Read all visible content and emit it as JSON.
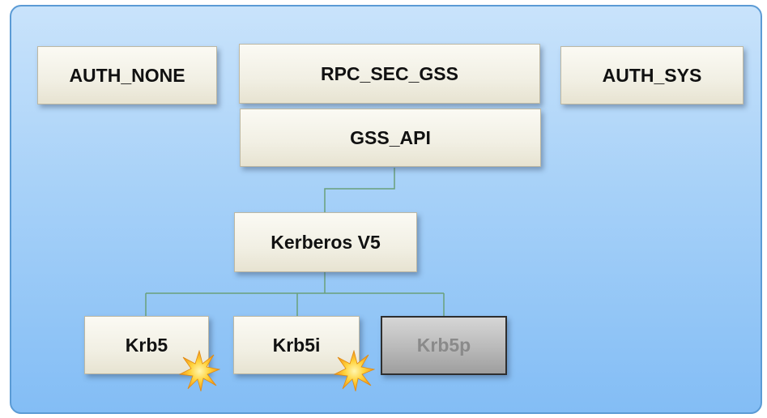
{
  "diagram": {
    "nodes": {
      "auth_none": "AUTH_NONE",
      "rpc_sec_gss": "RPC_SEC_GSS",
      "auth_sys": "AUTH_SYS",
      "gss_api": "GSS_API",
      "kerberos_v5": "Kerberos V5",
      "krb5": "Krb5",
      "krb5i": "Krb5i",
      "krb5p": "Krb5p"
    },
    "edges": [
      [
        "GSS_API",
        "Kerberos V5"
      ],
      [
        "Kerberos V5",
        "Krb5"
      ],
      [
        "Kerberos V5",
        "Krb5i"
      ],
      [
        "Kerberos V5",
        "Krb5p"
      ]
    ],
    "highlighted": [
      "Krb5",
      "Krb5i"
    ],
    "disabled": [
      "Krb5p"
    ],
    "colors": {
      "panel": "#a7d1f8",
      "panel_border": "#5b9bd5",
      "box": "#f1efe3",
      "connector": "#6aa07a",
      "star": "#f7b21a"
    },
    "icons": {
      "highlight_marker": "star-icon"
    }
  }
}
